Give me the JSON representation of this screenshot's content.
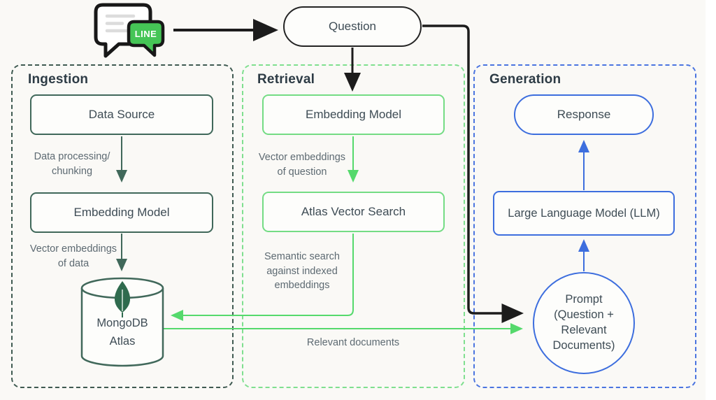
{
  "line_badge": "LINE",
  "question": "Question",
  "ingestion": {
    "title": "Ingestion",
    "data_source": "Data Source",
    "embedding_model": "Embedding Model",
    "processing_label": "Data processing/\nchunking",
    "embeddings_label": "Vector embeddings\nof data",
    "database": "MongoDB\nAtlas"
  },
  "retrieval": {
    "title": "Retrieval",
    "embedding_model": "Embedding Model",
    "vector_search": "Atlas Vector Search",
    "embeddings_label": "Vector embeddings\nof question",
    "semantic_label": "Semantic search\nagainst indexed\nembeddings",
    "relevant_label": "Relevant documents"
  },
  "generation": {
    "title": "Generation",
    "response": "Response",
    "llm": "Large Language Model (LLM)",
    "prompt": "Prompt\n(Question +\nRelevant\nDocuments)"
  },
  "colors": {
    "ingestion_accent": "#40685a",
    "retrieval_accent": "#55d96c",
    "generation_accent": "#3d6ede",
    "line_green": "#45c556",
    "connector_black": "#1c1c1c"
  }
}
